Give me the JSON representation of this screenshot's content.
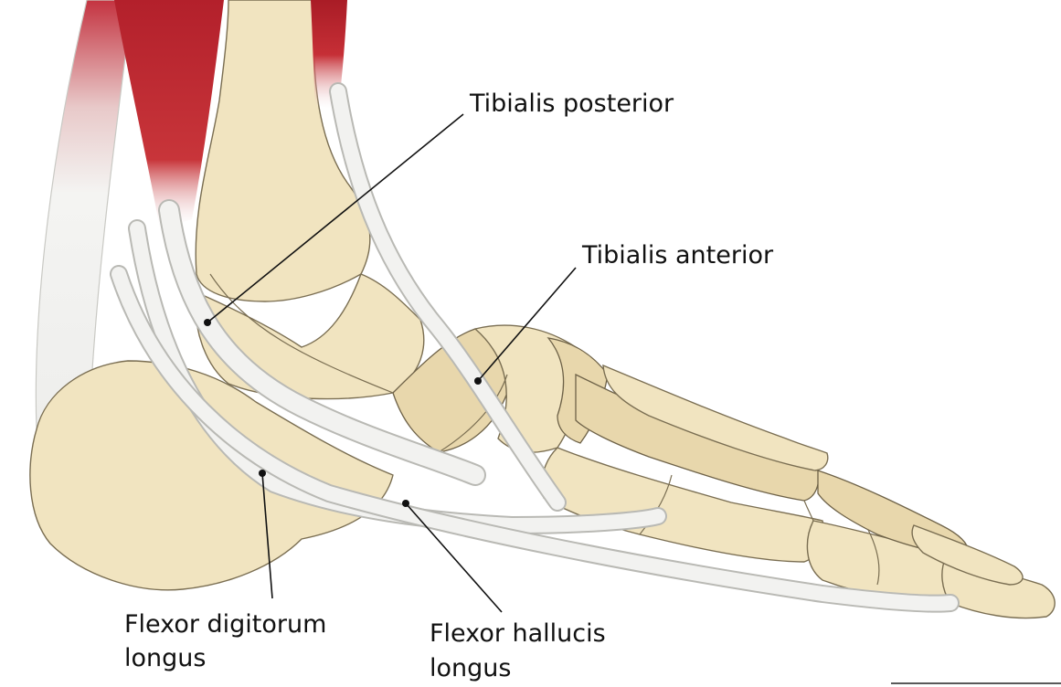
{
  "labels": {
    "tibialis_posterior": "Tibialis posterior",
    "tibialis_anterior": "Tibialis anterior",
    "flexor_digitorum_line1": "Flexor digitorum",
    "flexor_digitorum_line2": "longus",
    "flexor_hallucis_line1": "Flexor hallucis",
    "flexor_hallucis_line2": "longus"
  },
  "colors": {
    "background": "#ffffff",
    "bone": "#f1e4c0",
    "muscle": "#b3202b",
    "tendon": "#f2f2f0",
    "label_text": "#111111"
  },
  "icons": {
    "illustration": "foot-medial-view-illustration"
  }
}
